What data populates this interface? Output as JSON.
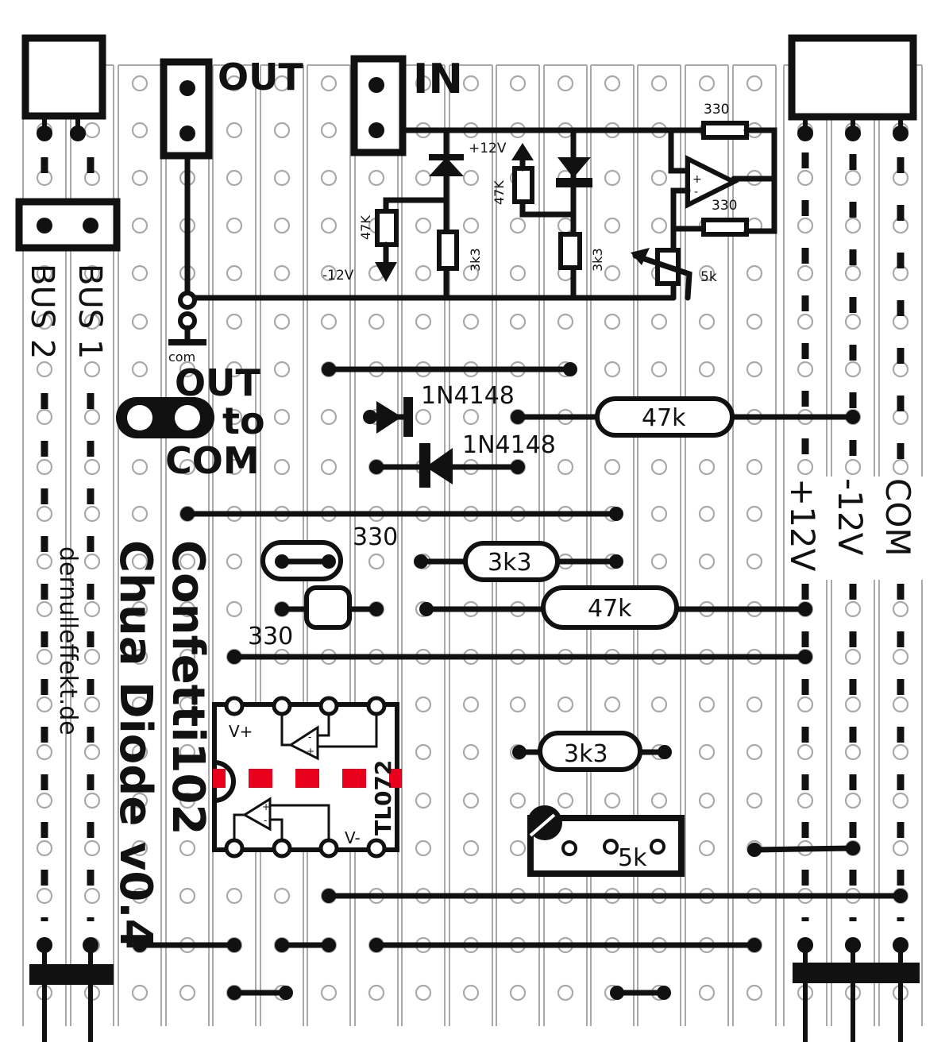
{
  "title": "Confetti102",
  "subtitle": "Chua Diode v0.4",
  "website": "dernulleffekt.de",
  "connectors": {
    "out": "OUT",
    "in": "IN",
    "com_small": "com",
    "out_to_com_1": "OUT",
    "out_to_com_2": "to",
    "out_to_com_3": "COM",
    "bus1": "BUS 1",
    "bus2": "BUS 2",
    "plus12": "+12V",
    "minus12": "-12V",
    "com": "COM"
  },
  "schematic": {
    "r_47k_a": "47K",
    "r_3k3_a": "3k3",
    "r_47k_b": "47K",
    "r_3k3_b": "3k3",
    "supply_pos": "+12V",
    "supply_neg": "-12V",
    "r_330_top": "330",
    "r_330_bottom": "330",
    "pot_5k": "5k",
    "opamp_plus": "+",
    "opamp_minus": "-"
  },
  "components": {
    "diode1": "1N4148",
    "diode2": "1N4148",
    "r47k_1": "47k",
    "r330_1": "330",
    "r3k3_1": "3k3",
    "r47k_2": "47k",
    "r330_2": "330",
    "r3k3_2": "3k3",
    "pot": "5k",
    "ic": "TL072",
    "ic_vplus": "V+",
    "ic_vminus": "V-",
    "op_plus": "+",
    "op_minus": "-"
  },
  "colors": {
    "ink": "#111111",
    "strip": "#a8a8ad",
    "cut": "#e8001c"
  }
}
